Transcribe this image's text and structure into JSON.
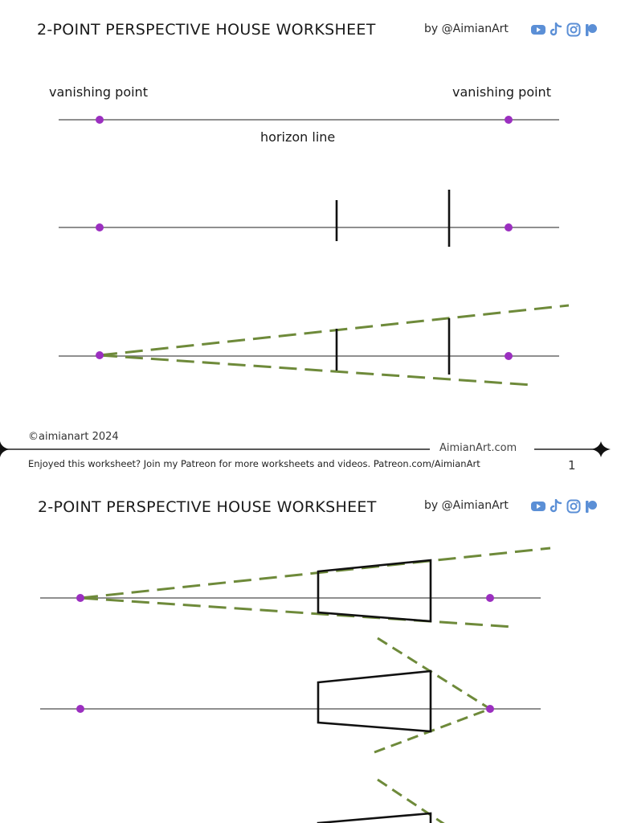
{
  "page1": {
    "title": "2-POINT PERSPECTIVE HOUSE WORKSHEET",
    "byline": "by @AimianArt",
    "vp_left_label": "vanishing point",
    "vp_right_label": "vanishing point",
    "horizon_label": "horizon line",
    "copyright": "©aimianart 2024",
    "site": "AimianArt.com",
    "patreon_note": "Enjoyed this worksheet? Join my Patreon for more worksheets and videos. Patreon.com/AimianArt",
    "page_number": "1"
  },
  "page2": {
    "title": "2-POINT PERSPECTIVE HOUSE WORKSHEET",
    "byline": "by @AimianArt"
  },
  "social_icons": [
    "youtube-icon",
    "tiktok-icon",
    "instagram-icon",
    "patreon-icon"
  ],
  "colors": {
    "vanishing_point": "#9b2fc0",
    "guide_dash": "#6e8a3a",
    "horizon": "#6a6a6a",
    "icons": "#5b8fd6"
  }
}
